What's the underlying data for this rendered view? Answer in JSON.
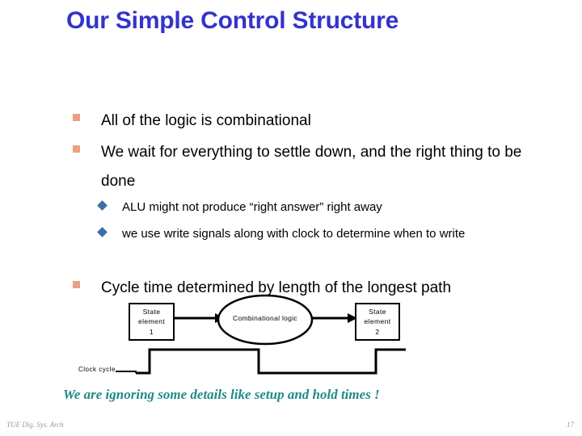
{
  "slide": {
    "title": "Our Simple Control Structure",
    "title_color": "#3333CC",
    "background": "#FFFFFF"
  },
  "bullets": [
    {
      "level": 1,
      "marker": "square-bullet",
      "marker_color": "#E8A184",
      "text": "All of the logic is combinational"
    },
    {
      "level": 1,
      "marker": "square-bullet",
      "marker_color": "#E8A184",
      "text": "We wait for everything to settle down, and the right thing to be done"
    },
    {
      "level": 2,
      "marker": "diamond-bullet",
      "marker_color": "#3A6EA5",
      "text": "ALU might not produce “right answer” right away"
    },
    {
      "level": 2,
      "marker": "diamond-bullet",
      "marker_color": "#3A6EA5",
      "text": "we use write signals along with clock to determine when to write"
    },
    {
      "level": 1,
      "marker": "square-bullet",
      "marker_color": "#E8A184",
      "text": "Cycle time determined by length of the longest path"
    }
  ],
  "diagram": {
    "name": "state-element-datapath-diagram",
    "state_element_1": {
      "line1": "State",
      "line2": "element",
      "line3": "1"
    },
    "combinational_logic": {
      "label": "Combinational logic"
    },
    "state_element_2": {
      "line1": "State",
      "line2": "element",
      "line3": "2"
    },
    "clock": {
      "label": "Clock cycle"
    },
    "stroke_color": "#000000"
  },
  "footnote": {
    "text": "We are ignoring some details like setup and hold times !",
    "color": "#1F8A8A"
  },
  "footer": {
    "source": "TUE Dig. Sys. Arch",
    "page_number": "17",
    "color": "#9A9A9A"
  }
}
